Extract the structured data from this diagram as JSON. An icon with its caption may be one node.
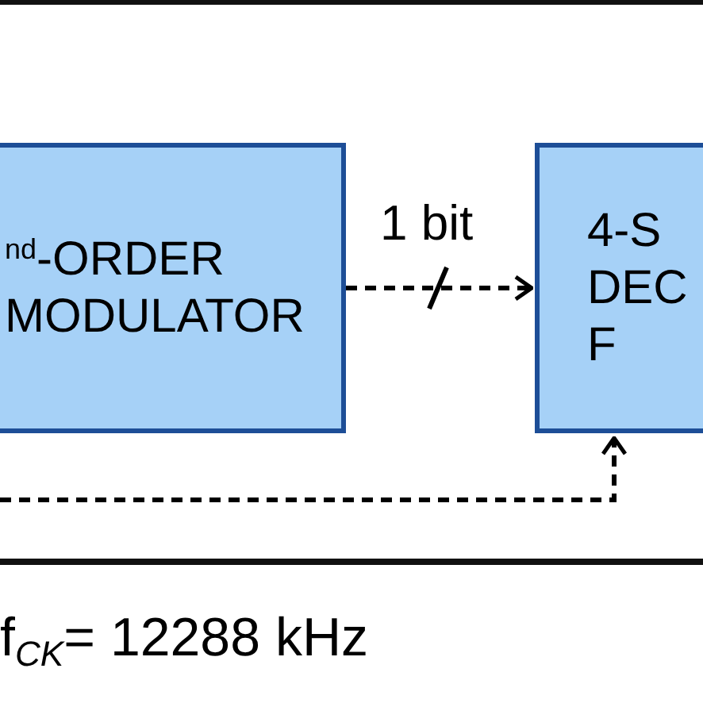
{
  "diagram": {
    "nodes": [
      {
        "text": [
          "$^{nd}$-ORDER MODULATOR"
        ]
      },
      {
        "text": [
          "4-S DEC F"
        ]
      }
    ],
    "edges": [
      {
        "from": 0,
        "to": 1,
        "arrow": "to",
        "label": "1 bit",
        "style": "dashed"
      },
      {
        "from": null,
        "to": 1,
        "arrow": "to",
        "style": "dashed"
      }
    ],
    "labels": [
      "f$_{CK}$= 12288 kHz"
    ]
  }
}
